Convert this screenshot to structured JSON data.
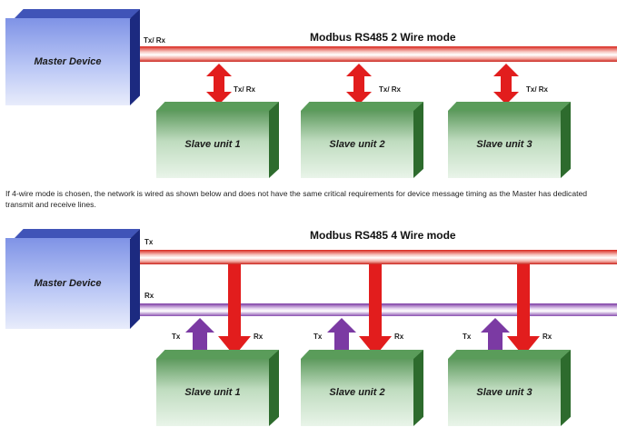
{
  "diagram2": {
    "title": "Modbus RS485 2 Wire mode",
    "master": "Master Device",
    "line_label": "Tx/ Rx",
    "slaves": [
      {
        "name": "Slave unit 1",
        "label": "Tx/ Rx"
      },
      {
        "name": "Slave unit 2",
        "label": "Tx/ Rx"
      },
      {
        "name": "Slave unit 3",
        "label": "Tx/ Rx"
      }
    ]
  },
  "paragraph": "If 4-wire mode is chosen, the network is wired as shown below and does not have the same critical requirements for device message timing as the Master has dedicated transmit and receive lines.",
  "diagram4": {
    "title": "Modbus RS485 4 Wire mode",
    "master": "Master Device",
    "tx_label": "Tx",
    "rx_label": "Rx",
    "slaves": [
      {
        "name": "Slave unit 1",
        "tx": "Tx",
        "rx": "Rx"
      },
      {
        "name": "Slave unit 2",
        "tx": "Tx",
        "rx": "Rx"
      },
      {
        "name": "Slave unit 3",
        "tx": "Tx",
        "rx": "Rx"
      }
    ]
  },
  "colors": {
    "tx_line": "#e8322a",
    "rx_line": "#8a4fb0",
    "arrow_red": "#e21d1d",
    "arrow_purple": "#7b3aa3"
  }
}
